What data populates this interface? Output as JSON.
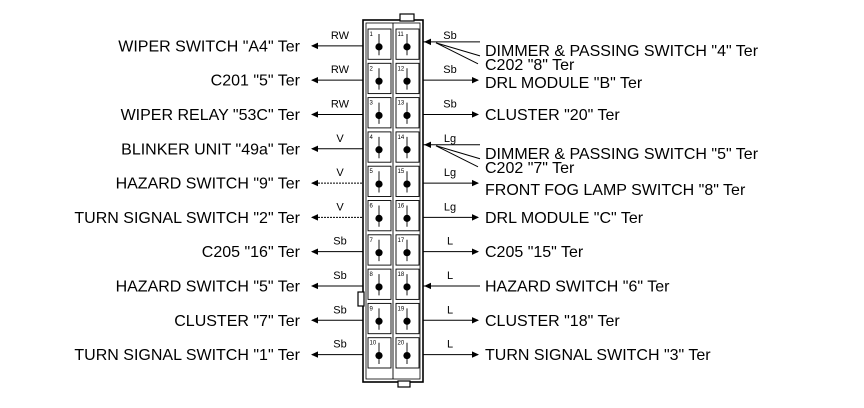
{
  "left_rows": [
    {
      "pin": "1",
      "wire": "RW",
      "label": "WIPER SWITCH \"A4\" Ter"
    },
    {
      "pin": "2",
      "wire": "RW",
      "label": "C201 \"5\" Ter"
    },
    {
      "pin": "3",
      "wire": "RW",
      "label": "WIPER RELAY \"53C\" Ter"
    },
    {
      "pin": "4",
      "wire": "V",
      "label": "BLINKER UNIT \"49a\" Ter"
    },
    {
      "pin": "5",
      "wire": "V",
      "label": "HAZARD SWITCH \"9\" Ter"
    },
    {
      "pin": "6",
      "wire": "V",
      "label": "TURN SIGNAL SWITCH \"2\" Ter"
    },
    {
      "pin": "7",
      "wire": "Sb",
      "label": "C205 \"16\" Ter"
    },
    {
      "pin": "8",
      "wire": "Sb",
      "label": "HAZARD SWITCH \"5\" Ter"
    },
    {
      "pin": "9",
      "wire": "Sb",
      "label": "CLUSTER \"7\" Ter"
    },
    {
      "pin": "10",
      "wire": "Sb",
      "label": "TURN SIGNAL SWITCH \"1\" Ter"
    }
  ],
  "right_rows": [
    {
      "pin": "11",
      "wire": "Sb",
      "label": "DIMMER & PASSING SWITCH \"4\" Ter",
      "label2": "C202 \"8\" Ter"
    },
    {
      "pin": "12",
      "wire": "Sb",
      "label": "DRL MODULE \"B\" Ter"
    },
    {
      "pin": "13",
      "wire": "Sb",
      "label": "CLUSTER \"20\" Ter"
    },
    {
      "pin": "14",
      "wire": "Lg",
      "label": "DIMMER & PASSING SWITCH \"5\" Ter",
      "label2": "C202 \"7\" Ter"
    },
    {
      "pin": "15",
      "wire": "Lg",
      "label": "FRONT FOG LAMP SWITCH \"8\" Ter"
    },
    {
      "pin": "16",
      "wire": "Lg",
      "label": "DRL MODULE \"C\" Ter"
    },
    {
      "pin": "17",
      "wire": "L",
      "label": "C205 \"15\" Ter"
    },
    {
      "pin": "18",
      "wire": "L",
      "label": "HAZARD SWITCH \"6\" Ter"
    },
    {
      "pin": "19",
      "wire": "L",
      "label": "CLUSTER \"18\" Ter"
    },
    {
      "pin": "20",
      "wire": "L",
      "label": "TURN SIGNAL SWITCH \"3\" Ter"
    }
  ]
}
